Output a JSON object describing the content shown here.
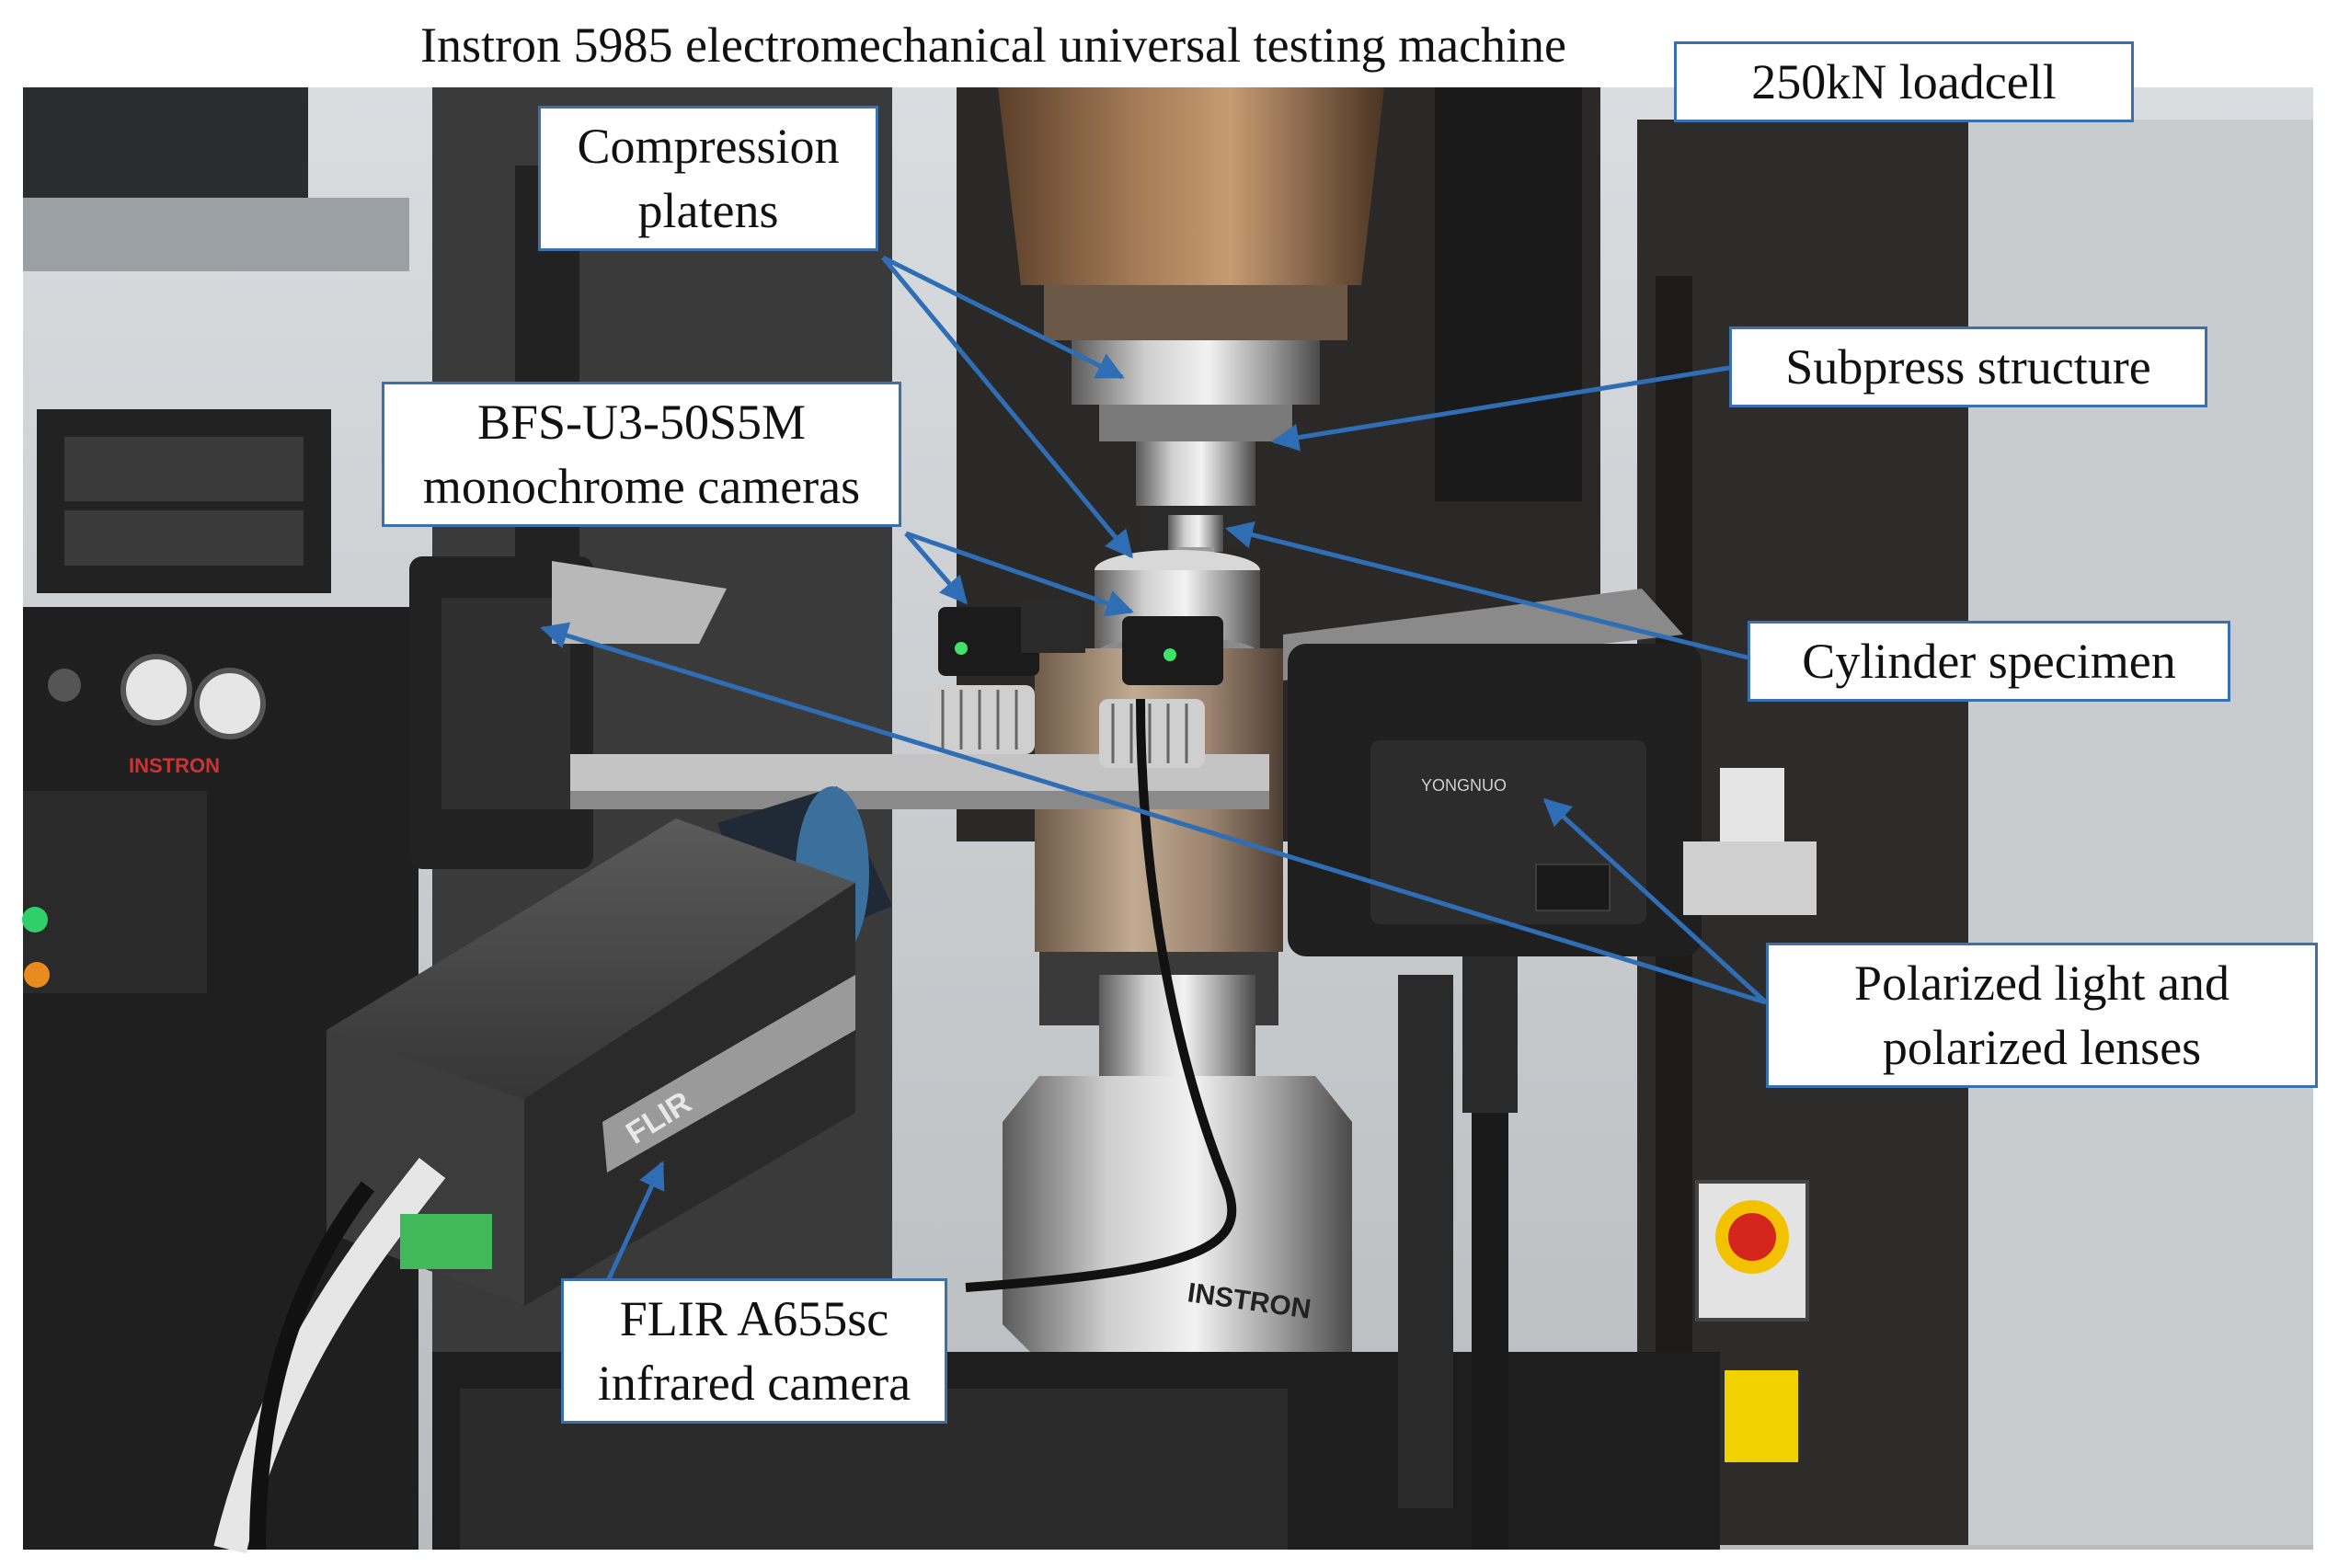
{
  "title": "Instron 5985 electromechanical universal testing machine",
  "labels": {
    "loadcell": "250kN loadcell",
    "platens_1": "Compression",
    "platens_2": "platens",
    "subpress": "Subpress structure",
    "cameras_1": "BFS-U3-50S5M",
    "cameras_2": "monochrome cameras",
    "cylinder": "Cylinder specimen",
    "polarized_1": "Polarized light and",
    "polarized_2": "polarized lenses",
    "flir_1": "FLIR A655sc",
    "flir_2": "infrared camera"
  },
  "machine_markings": {
    "brand_left": "INSTRON",
    "brand_base": "INSTRON",
    "camera_brand": "FLIR",
    "light_brand": "YONGNUO"
  },
  "colors": {
    "label_border": "#3a6fb0",
    "arrow": "#2f6db5",
    "stop_button": "#d4261c",
    "stop_base": "#f2c200"
  }
}
